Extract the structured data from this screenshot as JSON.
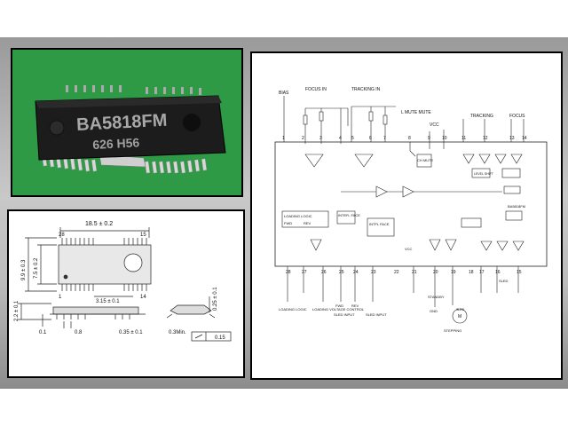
{
  "chip": {
    "marking_line1": "BA5818FM",
    "marking_line2": "626 H56"
  },
  "package_drawing": {
    "overall_length": "18.5 ± 0.2",
    "pin_28": "28",
    "pin_15": "15",
    "pin_1": "1",
    "pin_14": "14",
    "width_outer": "9.9 ± 0.3",
    "width_body": "7.5 ± 0.2",
    "pin_pitch": "0.8",
    "body_length_note": "3.15 ± 0.1",
    "height": "2.2 ± 0.1",
    "standoff": "0.1",
    "lead_width": "0.35 ± 0.1",
    "lead_min": "0.3Min.",
    "lead_thickness": "0.25 ± 0.1",
    "flatness": "0.15"
  },
  "schematic": {
    "labels": {
      "bias": "BIAS",
      "focus_in": "FOCUS IN",
      "tracking_in": "TRACKING IN",
      "mute": "L MUTE\nMUTE",
      "vcc": "VCC",
      "tracking": "TRACKING",
      "focus": "FOCUS",
      "ch_mute": "CH\nMUTE",
      "loading_logic": "LOADING LOGIC",
      "fwd": "FWD",
      "rev": "REV",
      "inter_face": "INTER-\nFACE",
      "intfl_face": "INTFL\nFACE",
      "level_shift": "LEVEL\nSHIFT",
      "part_number": "BA5818FM",
      "vcc2": "VCC",
      "sled": "SLED",
      "standby": "STANDBY",
      "sled_m": "SLED",
      "stepping": "STEPPING",
      "m": "M"
    },
    "bottom_labels": {
      "loading_logic": "LOADING\nLOGIC",
      "loading_voltage": "LOADING\nVOLTAGE\nCONTROL",
      "sled_input": "SLED\nINPUT",
      "sled_input2": "SLED\nINPUT",
      "fwd": "FWD",
      "rev": "REV",
      "gnd": "GND"
    },
    "pins_top": [
      "1",
      "2",
      "3",
      "4",
      "5",
      "6",
      "7",
      "8",
      "9",
      "10",
      "11",
      "12",
      "13",
      "14"
    ],
    "pins_bottom": [
      "28",
      "27",
      "26",
      "25",
      "24",
      "23",
      "22",
      "21",
      "20",
      "19",
      "18",
      "17",
      "16",
      "15"
    ]
  }
}
